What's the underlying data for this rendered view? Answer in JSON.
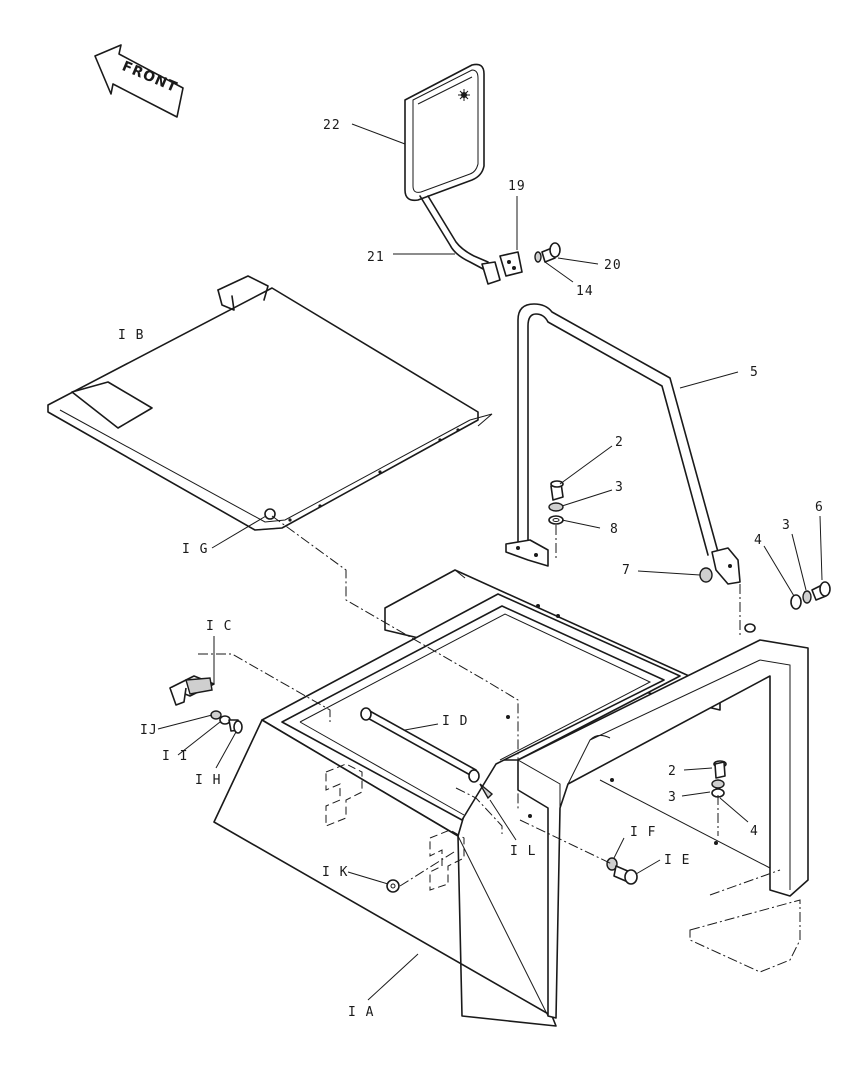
{
  "front_arrow": {
    "label": "FRONT"
  },
  "callouts": {
    "c22": "22",
    "c19": "19",
    "c21": "21",
    "c20": "20",
    "c14": "14",
    "c1B": "I B",
    "c5": "5",
    "c2a": "2",
    "c3a": "3",
    "c8": "8",
    "c1G": "I G",
    "c7": "7",
    "c4a": "4",
    "c3b": "3",
    "c6": "6",
    "c1C": "I C",
    "c1J": "IJ",
    "c1I": "I I",
    "c1H": "I H",
    "c1D": "I D",
    "c2b": "2",
    "c3c": "3",
    "c4b": "4",
    "c1F": "I F",
    "c1E": "I E",
    "c1L": "I L",
    "c1K": "I K",
    "c1A": "I A"
  },
  "colors": {
    "line": "#1a1a1a",
    "background": "#ffffff"
  }
}
